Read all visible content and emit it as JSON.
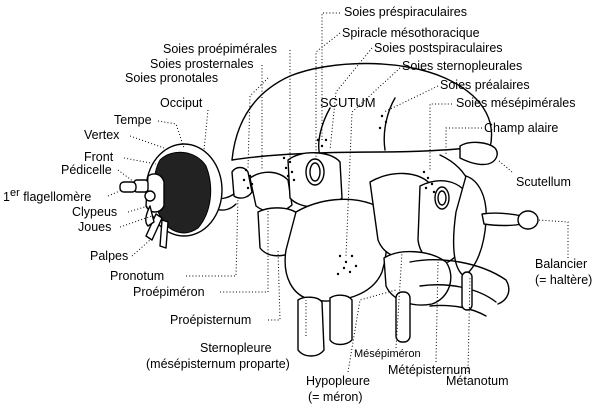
{
  "labels": {
    "soies_prespiraculaires": "Soies préspiraculaires",
    "spiracle_mesothoracique": "Spiracle mésothoracique",
    "soies_propimerales": "Soies proépimérales",
    "soies_postspiraculaires": "Soies postspiraculaires",
    "soies_prosternales": "Soies prosternales",
    "soies_sternopleurales": "Soies sternopleurales",
    "soies_pronotales": "Soies pronotales",
    "soies_prealaires": "Soies préalaires",
    "occiput": "Occiput",
    "scutum": "SCUTUM",
    "soies_mesepimerales": "Soies mésépimérales",
    "tempe": "Tempe",
    "champ_alaire": "Champ alaire",
    "vertex": "Vertex",
    "front": "Front",
    "pedicelle": "Pédicelle",
    "flagellomere_number": "1",
    "flagellomere_sup": "er",
    "flagellomere_rest": " flagellomère",
    "clypeus": "Clypeus",
    "joues": "Joues",
    "scutellum": "Scutellum",
    "palpes": "Palpes",
    "pronotum": "Pronotum",
    "balancier": "Balancier",
    "balancier_sub": "(= haltère)",
    "proepimeron": "Proépiméron",
    "proepisternum": "Proépisternum",
    "sternopleure": "Sternopleure",
    "sternopleure_sub": "(mésépisternum proparte)",
    "mesepimeron": "Mésépiméron",
    "metepisternum": "Métépisternum",
    "hypopleure": "Hypopleure",
    "hypopleure_sub": "(= méron)",
    "metanotum": "Métanotum"
  }
}
